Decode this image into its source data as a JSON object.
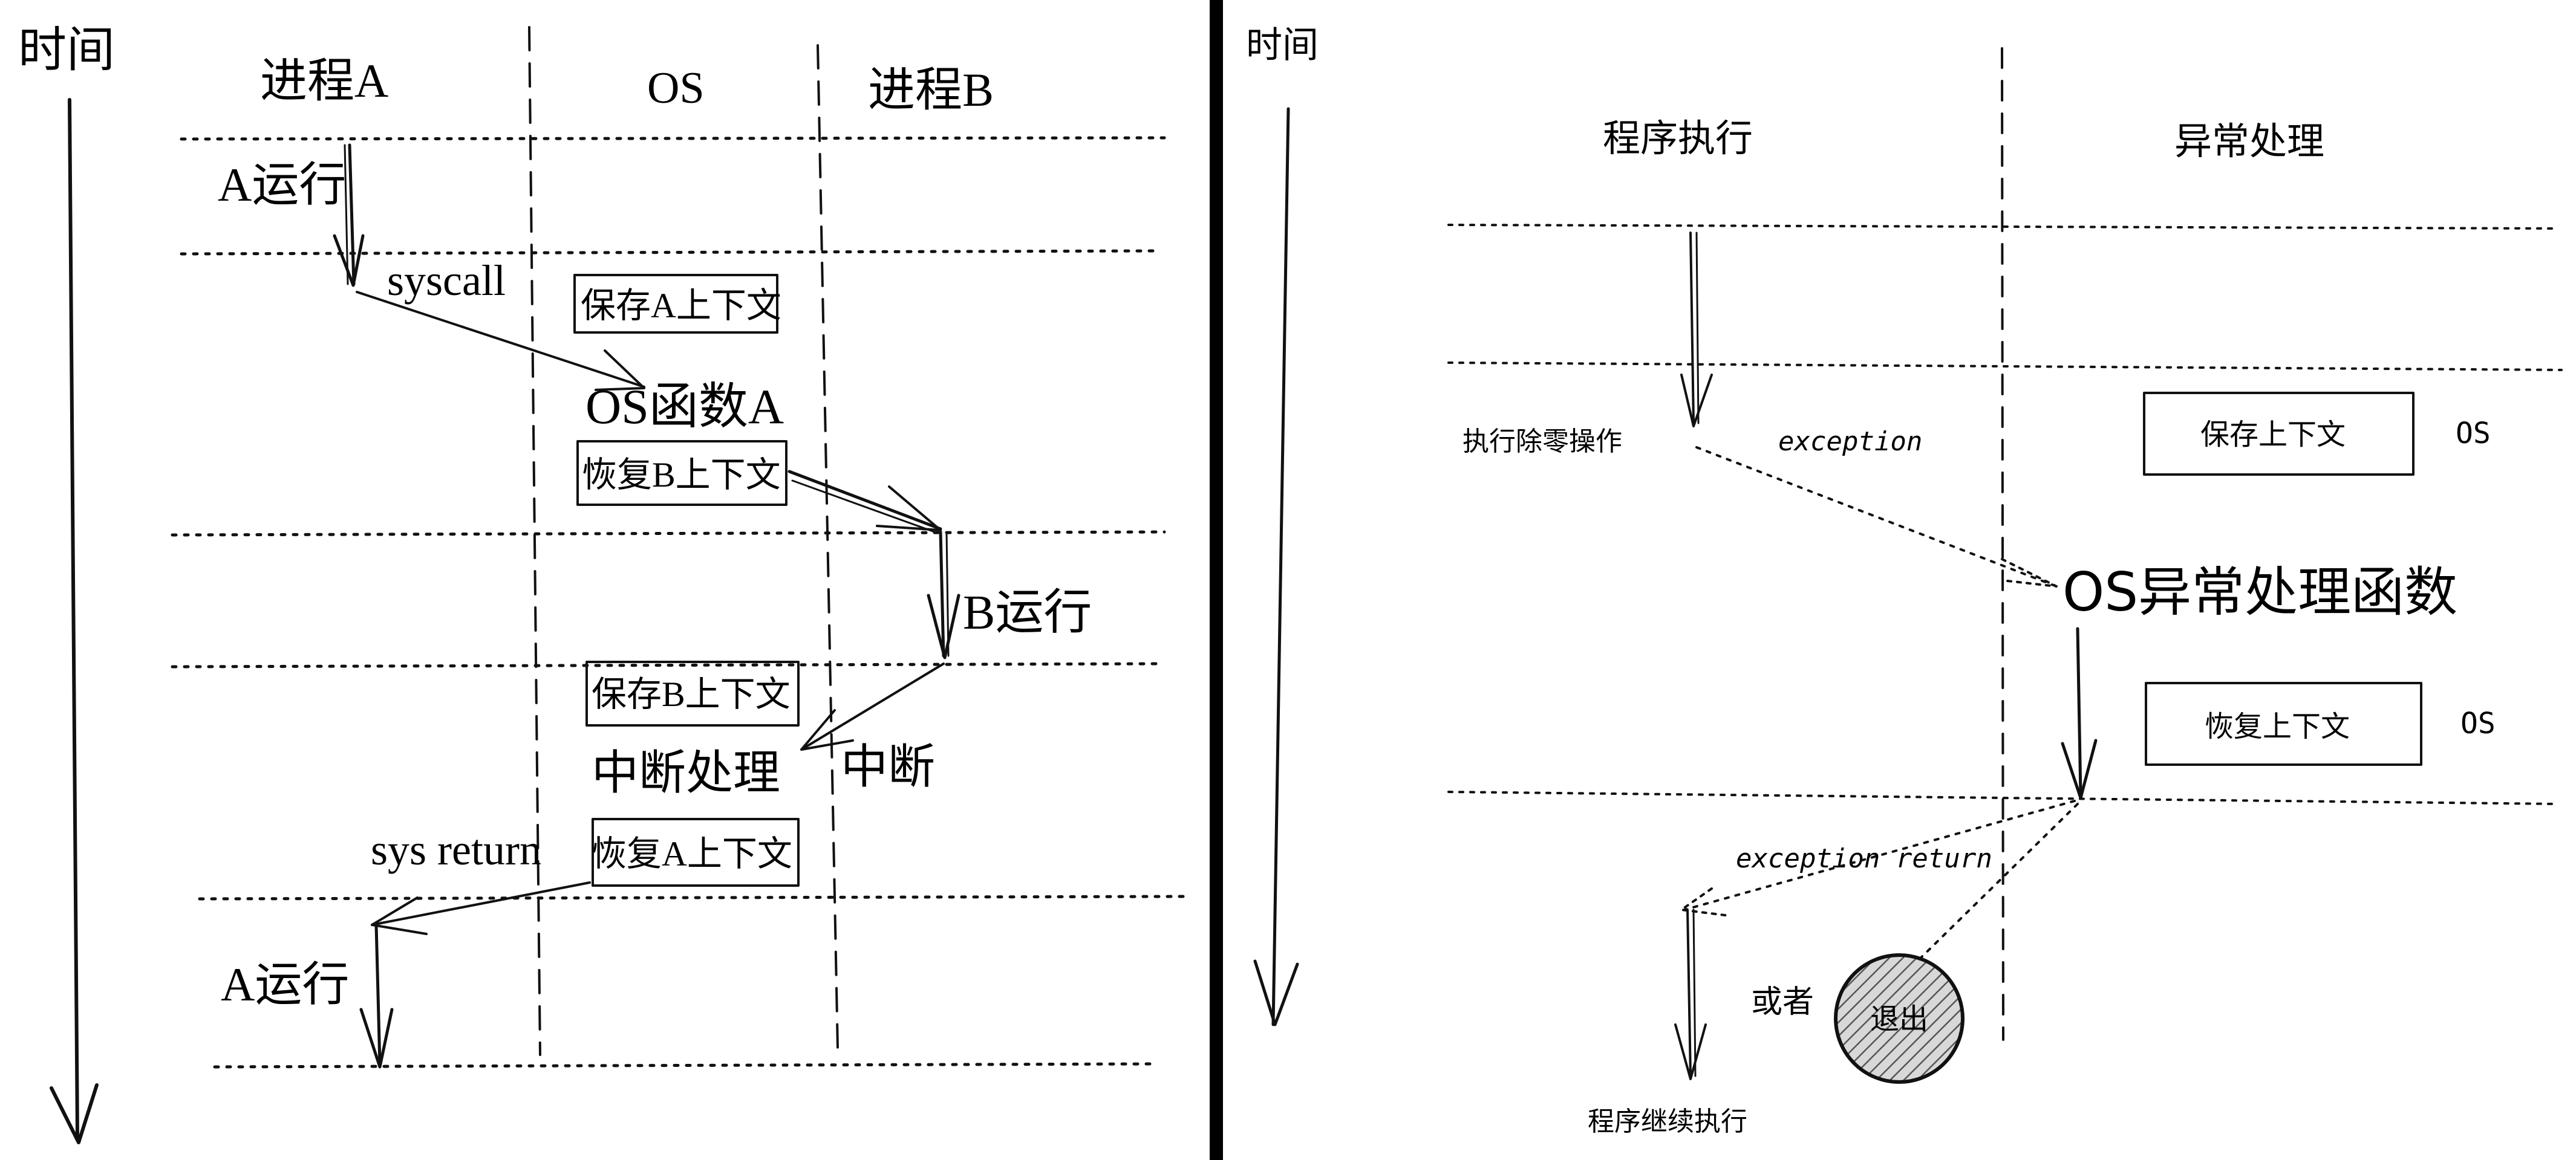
{
  "left_panel": {
    "time_label": "时间",
    "lanes": {
      "process_a": "进程A",
      "os": "OS",
      "process_b": "进程B"
    },
    "steps": {
      "a_run_1": "A运行",
      "syscall": "syscall",
      "save_a_ctx": "保存A上下文",
      "os_func_a": "OS函数A",
      "restore_b_ctx": "恢复B上下文",
      "b_run": "B运行",
      "save_b_ctx": "保存B上下文",
      "interrupt_handle": "中断处理",
      "interrupt": "中断",
      "sys_return": "sys return",
      "restore_a_ctx": "恢复A上下文",
      "a_run_2": "A运行"
    }
  },
  "right_panel": {
    "time_label": "时间",
    "lanes": {
      "program_exec": "程序执行",
      "exception_handle": "异常处理"
    },
    "steps": {
      "div_zero": "执行除零操作",
      "exception": "exception",
      "save_ctx": "保存上下文",
      "os_tag_1": "OS",
      "os_exception_func": "OS异常处理函数",
      "restore_ctx": "恢复上下文",
      "os_tag_2": "OS",
      "exception_return": "exception return",
      "or": "或者",
      "exit": "退出",
      "program_continue": "程序继续执行"
    }
  },
  "colors": {
    "ink": "#111111",
    "divider": "#000000",
    "background": "#ffffff",
    "hatch": "#555555"
  }
}
